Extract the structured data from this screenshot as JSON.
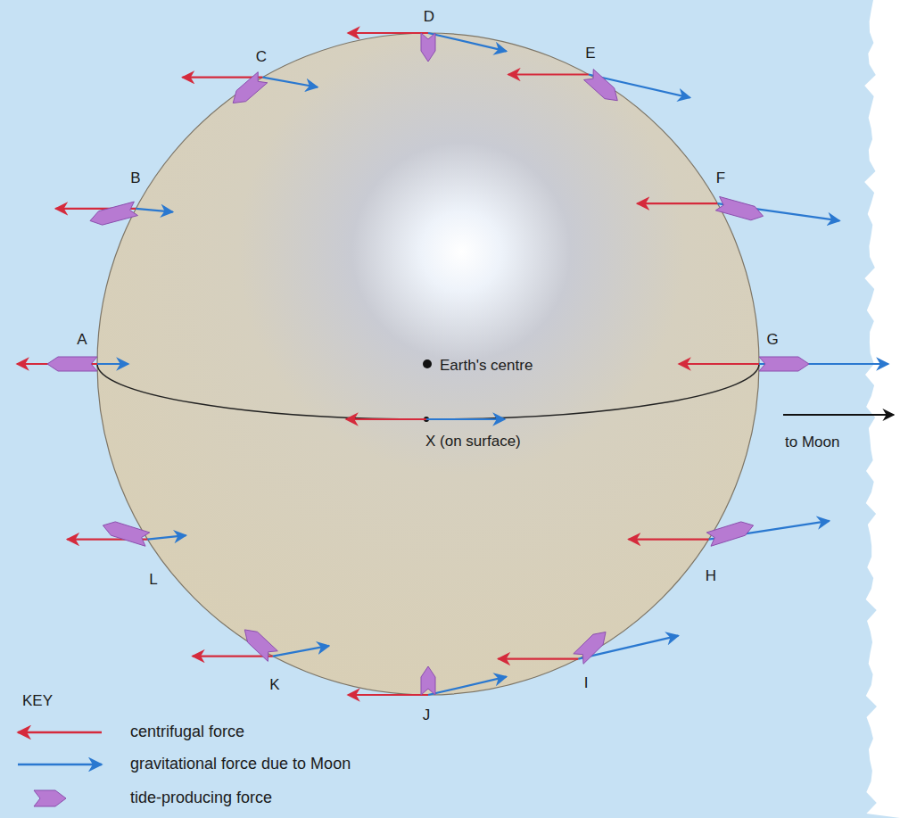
{
  "diagram": {
    "labels": [
      "D",
      "C",
      "E",
      "B",
      "F",
      "A",
      "G",
      "Earth's centre",
      "X (on surface)",
      "to Moon",
      "L",
      "H",
      "K",
      "I",
      "J",
      "KEY"
    ],
    "legend": [
      {
        "text": "centrifugal force"
      },
      {
        "text": "gravitational force due to Moon"
      },
      {
        "text": "tide-producing force"
      }
    ]
  }
}
